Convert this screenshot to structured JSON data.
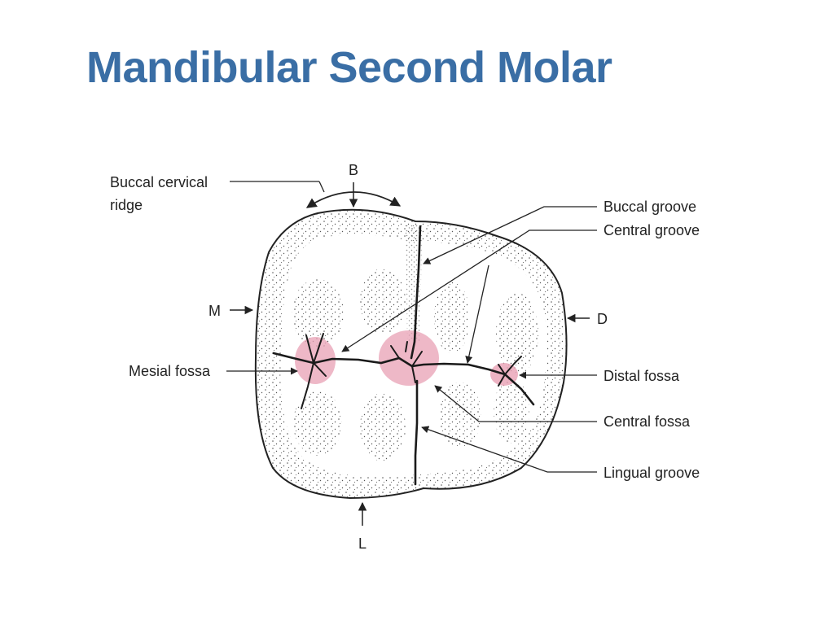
{
  "slide": {
    "title": "Mandibular Second Molar"
  },
  "labels": {
    "buccal_cervical_ridge_line1": "Buccal cervical",
    "buccal_cervical_ridge_line2": "ridge",
    "orientation_b": "B",
    "orientation_m": "M",
    "orientation_d": "D",
    "orientation_l": "L",
    "mesial_fossa": "Mesial fossa",
    "buccal_groove": "Buccal groove",
    "central_groove": "Central groove",
    "distal_fossa": "Distal fossa",
    "central_fossa": "Central fossa",
    "lingual_groove": "Lingual groove"
  },
  "colors": {
    "title": "#3a6ea5",
    "fossa_highlight": "#e8a0b4",
    "line": "#222222"
  }
}
